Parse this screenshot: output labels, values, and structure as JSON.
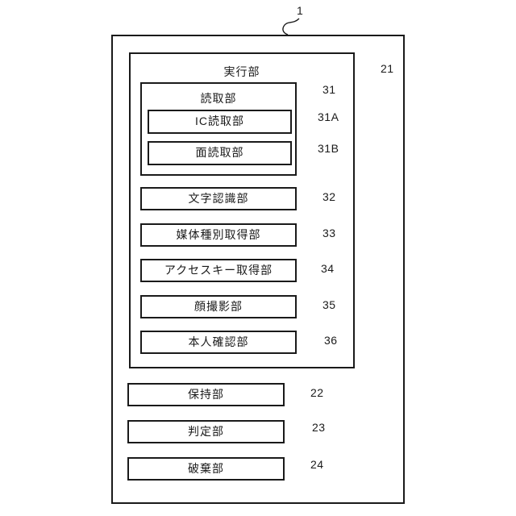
{
  "figure_ref": "1",
  "executor": {
    "label": "実行部",
    "ref": "21",
    "reader": {
      "label": "読取部",
      "ref": "31",
      "children": [
        {
          "label": "IC読取部",
          "ref": "31A"
        },
        {
          "label": "面読取部",
          "ref": "31B"
        }
      ]
    },
    "units": [
      {
        "label": "文字認識部",
        "ref": "32"
      },
      {
        "label": "媒体種別取得部",
        "ref": "33"
      },
      {
        "label": "アクセスキー取得部",
        "ref": "34"
      },
      {
        "label": "顔撮影部",
        "ref": "35"
      },
      {
        "label": "本人確認部",
        "ref": "36"
      }
    ]
  },
  "system_units": [
    {
      "label": "保持部",
      "ref": "22"
    },
    {
      "label": "判定部",
      "ref": "23"
    },
    {
      "label": "破棄部",
      "ref": "24"
    }
  ],
  "colors": {
    "line": "#1a1a1a",
    "background": "#ffffff"
  }
}
